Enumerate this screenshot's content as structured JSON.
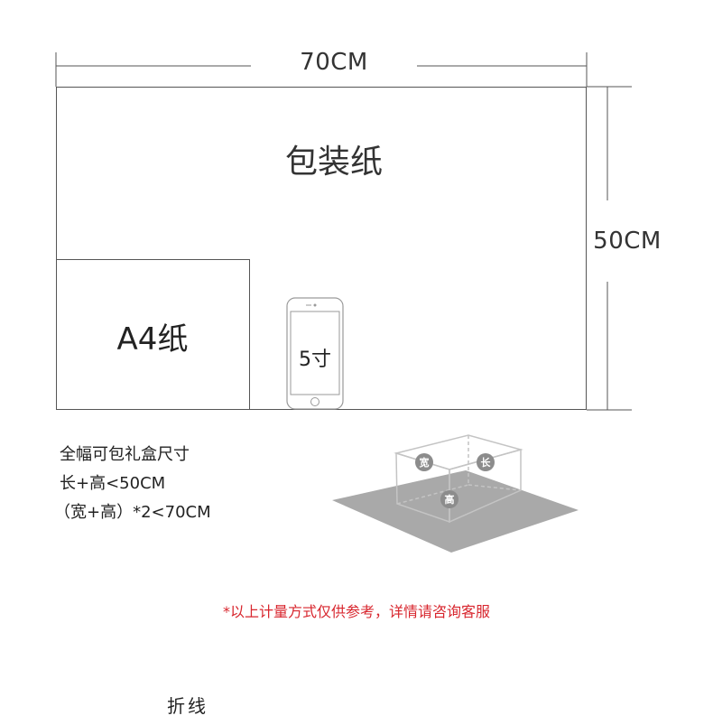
{
  "dimensions": {
    "width_label": "70CM",
    "height_label": "50CM"
  },
  "paper": {
    "wrapping_label": "包装纸",
    "a4_label": "A4纸",
    "phone_label": "5寸"
  },
  "box_info": {
    "lines": [
      "全幅可包礼盒尺寸",
      "长+高<50CM",
      "（宽+高）*2<70CM"
    ]
  },
  "box_diagram": {
    "width_badge": "宽",
    "length_badge": "长",
    "height_badge": "高",
    "shadow_color": "#a9a9a9",
    "badge_color": "#8c8c8c",
    "line_color": "#bdbdbd"
  },
  "note": "*以上计量方式仅供参考，详情请咨询客服",
  "fold_label": "折线"
}
